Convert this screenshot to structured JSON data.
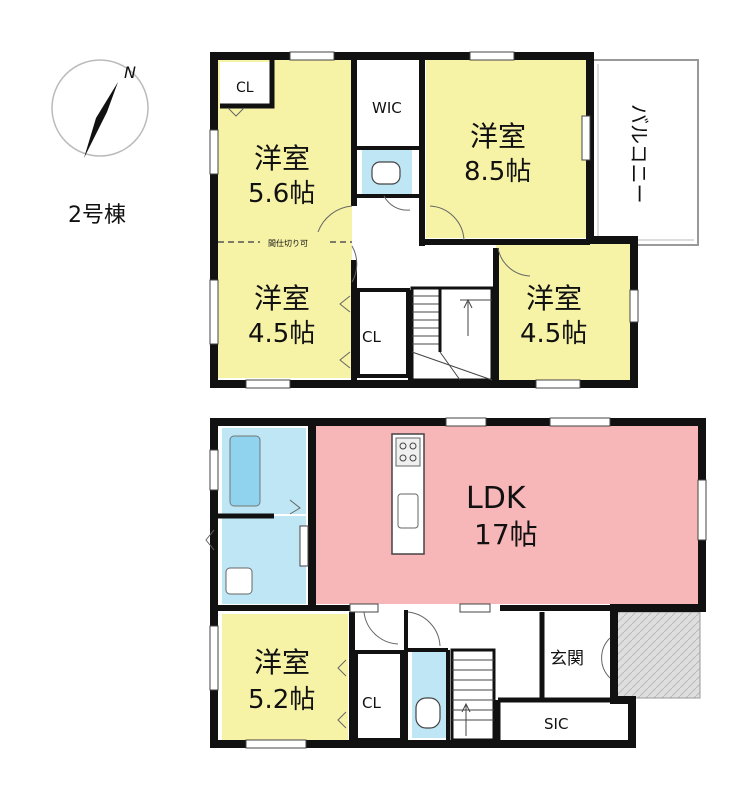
{
  "building_label": "2号棟",
  "compass": {
    "north": "N"
  },
  "upper_floor": {
    "rooms": {
      "west_upper": {
        "name": "洋室",
        "size": "5.6帖"
      },
      "west_lower": {
        "name": "洋室",
        "size": "4.5帖"
      },
      "north_east": {
        "name": "洋室",
        "size": "8.5帖"
      },
      "south_east": {
        "name": "洋室",
        "size": "4.5帖"
      }
    },
    "closet_corner": "CL",
    "closet_stair": "CL",
    "walk_in_closet": "WIC",
    "balcony": "バルコニー",
    "partition_note": "間仕切り可"
  },
  "ground_floor": {
    "ldk": {
      "name": "LDK",
      "size": "17帖"
    },
    "bedroom": {
      "name": "洋室",
      "size": "5.2帖"
    },
    "closet": "CL",
    "entrance": "玄関",
    "shoe_closet": "SIC"
  },
  "colors": {
    "wall": "#111111",
    "room_yellow": "#f7f3a6",
    "ldk_pink": "#f7b6b8",
    "wet_blue": "#bfe6f5",
    "bath_blue": "#8fd3ee",
    "porch_gray": "#d8d8d8"
  }
}
